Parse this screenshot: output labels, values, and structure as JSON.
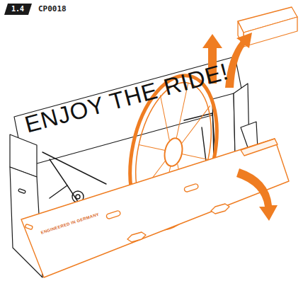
{
  "diagram": {
    "nodes": [
      {
        "text": [
          "1.4"
        ]
      }
    ],
    "edges": [],
    "labels": [
      "CP0018",
      "ENJOY THE RIDE!",
      "ENGINEERED IN GERMANY"
    ]
  }
}
